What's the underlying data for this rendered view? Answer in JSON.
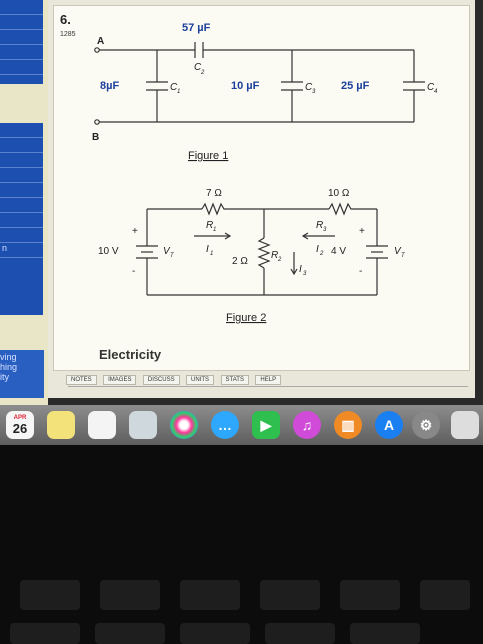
{
  "problem": {
    "number": "6.",
    "id": "1285",
    "category": "Electricity"
  },
  "figure1": {
    "caption": "Figure 1",
    "node_a": "A",
    "node_b": "B",
    "c1_value": "8µF",
    "c1_label": "C",
    "c1_sub": "1",
    "c2_value": "57 µF",
    "c2_label": "C",
    "c2_sub": "2",
    "c3_value": "10 µF",
    "c3_label": "C",
    "c3_sub": "3",
    "c4_value": "25 µF",
    "c4_label": "C",
    "c4_sub": "4"
  },
  "figure2": {
    "caption": "Figure 2",
    "r1_value": "7 Ω",
    "r1_label": "R",
    "r1_sub": "1",
    "r3_value": "10 Ω",
    "r3_label": "R",
    "r3_sub": "3",
    "r2_value": "2 Ω",
    "r2_label": "R",
    "r2_sub": "2",
    "i1_label": "I",
    "i1_sub": "1",
    "i2_label": "I",
    "i2_sub": "2",
    "i3_label": "I",
    "i3_sub": "3",
    "left_voltage": "10 V",
    "left_source": "V",
    "left_source_sub": "T",
    "right_voltage": "4 V",
    "right_source": "V",
    "right_source_sub": "T",
    "plus": "+",
    "minus": "-"
  },
  "tabs": [
    "NOTES",
    "IMAGES",
    "DISCUSS",
    "UNITS",
    "STATS",
    "HELP"
  ],
  "left_menu": [
    "ving",
    "hing",
    "ity"
  ],
  "sidebar_fragment": "n",
  "dock": {
    "calendar_month": "APR",
    "calendar_day": "26",
    "icons": [
      "calendar-icon",
      "notes-icon",
      "reminders-icon",
      "preview-icon",
      "photos-icon",
      "messages-icon",
      "facetime-icon",
      "itunes-icon",
      "ibooks-icon",
      "app-store-icon",
      "system-preferences-icon",
      "trash-icon"
    ]
  }
}
